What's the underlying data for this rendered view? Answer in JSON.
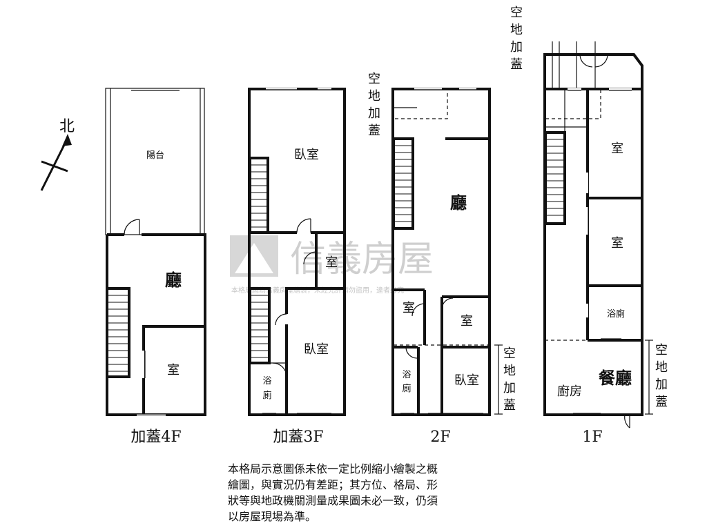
{
  "compass": {
    "label": "北"
  },
  "watermark": {
    "brand": "信義房屋",
    "notice": "本格局圖為信義房屋繪製，未經允許請勿盜用，違者必究"
  },
  "floors": [
    {
      "name": "加蓋4F",
      "rooms": {
        "balcony": "陽台",
        "living": "廳",
        "room": "室"
      }
    },
    {
      "name": "加蓋3F",
      "rooms": {
        "bedroom_top": "臥室",
        "room": "室",
        "bedroom_bottom": "臥室",
        "bath": [
          "浴",
          "廁"
        ]
      }
    },
    {
      "name": "2F",
      "annex_top": [
        "空",
        "地",
        "加",
        "蓋"
      ],
      "annex_right": [
        "空",
        "地",
        "加",
        "蓋"
      ],
      "rooms": {
        "living": "廳",
        "room_left": "室",
        "room_right": "室",
        "bath": [
          "浴",
          "廁"
        ],
        "bedroom": "臥室"
      }
    },
    {
      "name": "1F",
      "annex_top": [
        "空",
        "地",
        "加",
        "蓋"
      ],
      "annex_right": [
        "空",
        "地",
        "加",
        "蓋"
      ],
      "rooms": {
        "room_top": "室",
        "room_mid": "室",
        "bath": "浴廁",
        "kitchen": "廚房",
        "dining": "餐廳"
      }
    }
  ],
  "disclaimer": [
    "本格局示意圖係未依一定比例縮小繪製之概",
    "繪圖，與實況仍有差距；其方位、格局、形",
    "狀等與地政機關測量成果圖未必一致，仍須",
    "以房屋現場為準。"
  ]
}
